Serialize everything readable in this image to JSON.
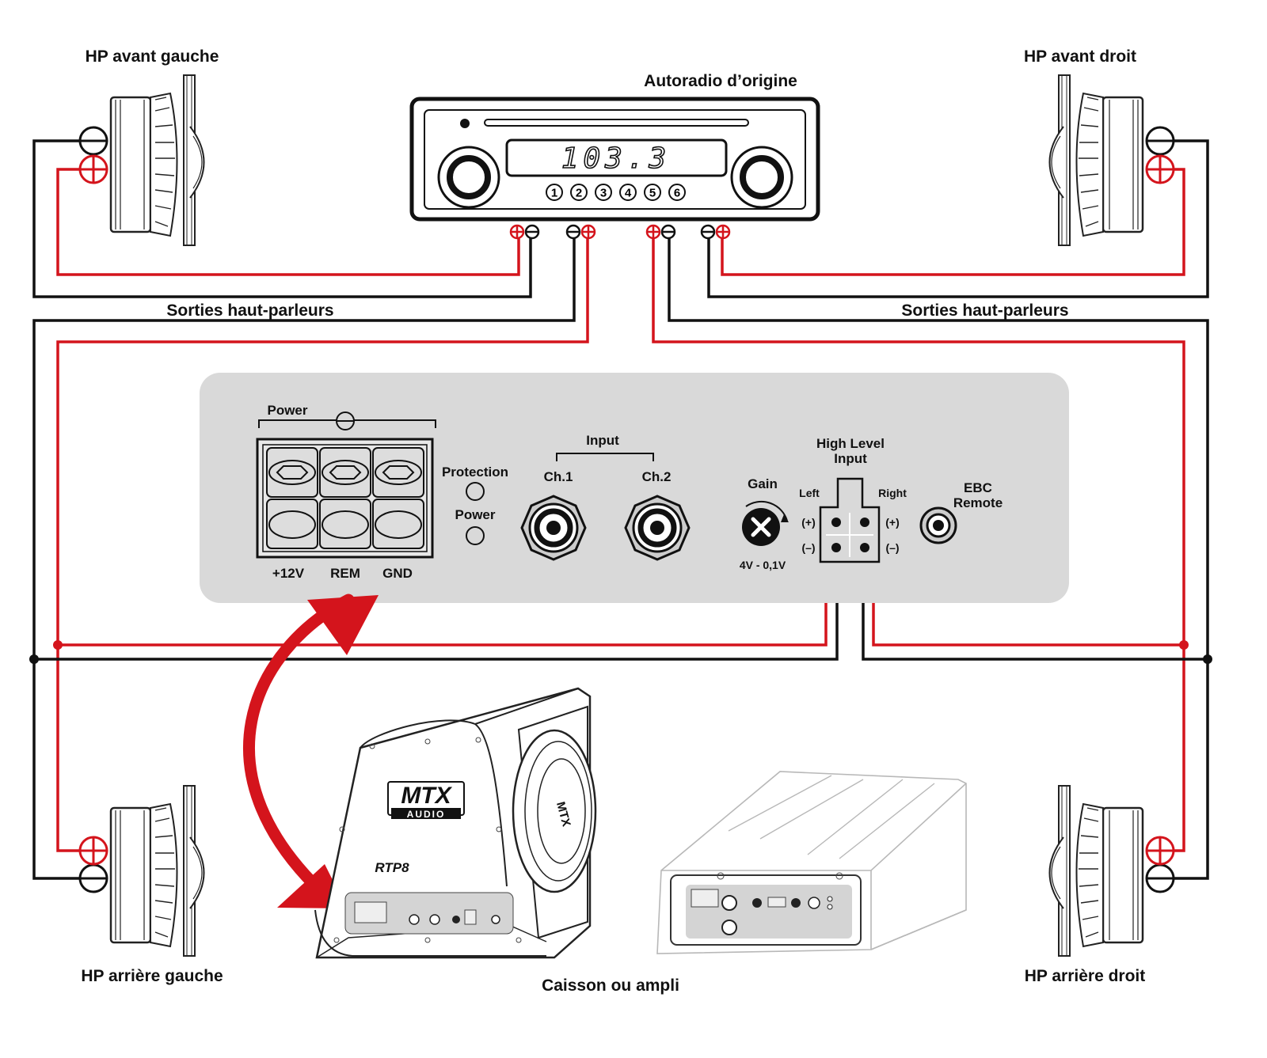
{
  "speakers": {
    "front_left": "HP avant gauche",
    "front_right": "HP avant droit",
    "rear_left": "HP arrière gauche",
    "rear_right": "HP arrière droit"
  },
  "head_unit": {
    "title": "Autoradio d’origine",
    "display": "103.3",
    "presets": [
      "1",
      "2",
      "3",
      "4",
      "5",
      "6"
    ]
  },
  "outputs_label_left": "Sorties haut-parleurs",
  "outputs_label_right": "Sorties haut-parleurs",
  "panel": {
    "power_label": "Power",
    "terminals": [
      "+12V",
      "REM",
      "GND"
    ],
    "protection_label": "Protection",
    "power_led_label": "Power",
    "input_label": "Input",
    "ch1": "Ch.1",
    "ch2": "Ch.2",
    "gain_label": "Gain",
    "gain_range": "4V - 0,1V",
    "high_level_line1": "High Level",
    "high_level_line2": "Input",
    "left": "Left",
    "right": "Right",
    "plus": "(+)",
    "minus": "(–)",
    "ebc_line1": "EBC",
    "ebc_line2": "Remote"
  },
  "subwoofer": {
    "brand_line1": "MTX",
    "brand_line2": "AUDIO",
    "model": "RTP8"
  },
  "caption": "Caisson ou ampli",
  "colors": {
    "positive_wire": "#d4141c",
    "negative_wire": "#111111",
    "panel": "#d9d9d9"
  }
}
